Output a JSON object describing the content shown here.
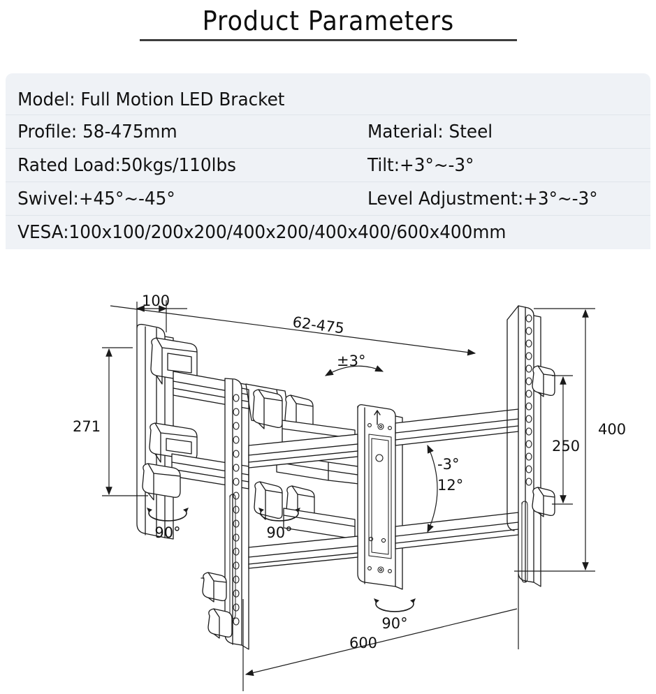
{
  "header": {
    "title": "Product Parameters"
  },
  "spec_table": {
    "rows": [
      {
        "left": "Model:  Full Motion LED Bracket",
        "right": "",
        "full_width": true
      },
      {
        "left": "Profile: 58-475mm",
        "right": "Material: Steel",
        "full_width": false
      },
      {
        "left": "Rated Load:50kgs/110lbs",
        "right": "Tilt:+3°~-3°",
        "full_width": false
      },
      {
        "left": "Swivel:+45°~-45°",
        "right": "Level Adjustment:+3°~-3°",
        "full_width": false
      },
      {
        "left": "VESA:100x100/200x200/400x200/400x400/600x400mm",
        "right": "",
        "full_width": true
      }
    ]
  },
  "diagram": {
    "title": "TV wall mount bracket technical drawing",
    "dimensions": {
      "depth_top": "100",
      "extension_range": "62-475",
      "height_left": "271",
      "height_right_outer": "400",
      "height_right_inner": "250",
      "width_bottom": "600"
    },
    "angles": {
      "level_adjust": "±3°",
      "tilt_back": "-3°",
      "tilt_forward": "12°",
      "swivel_left": "90°",
      "swivel_mid": "90°",
      "swivel_bottom": "90°"
    }
  },
  "colors": {
    "table_background": "#eff2f6",
    "table_divider": "#dfe4ea",
    "text": "#111111",
    "rule": "#3d3d3d",
    "line_art": "#1a1a1a"
  }
}
